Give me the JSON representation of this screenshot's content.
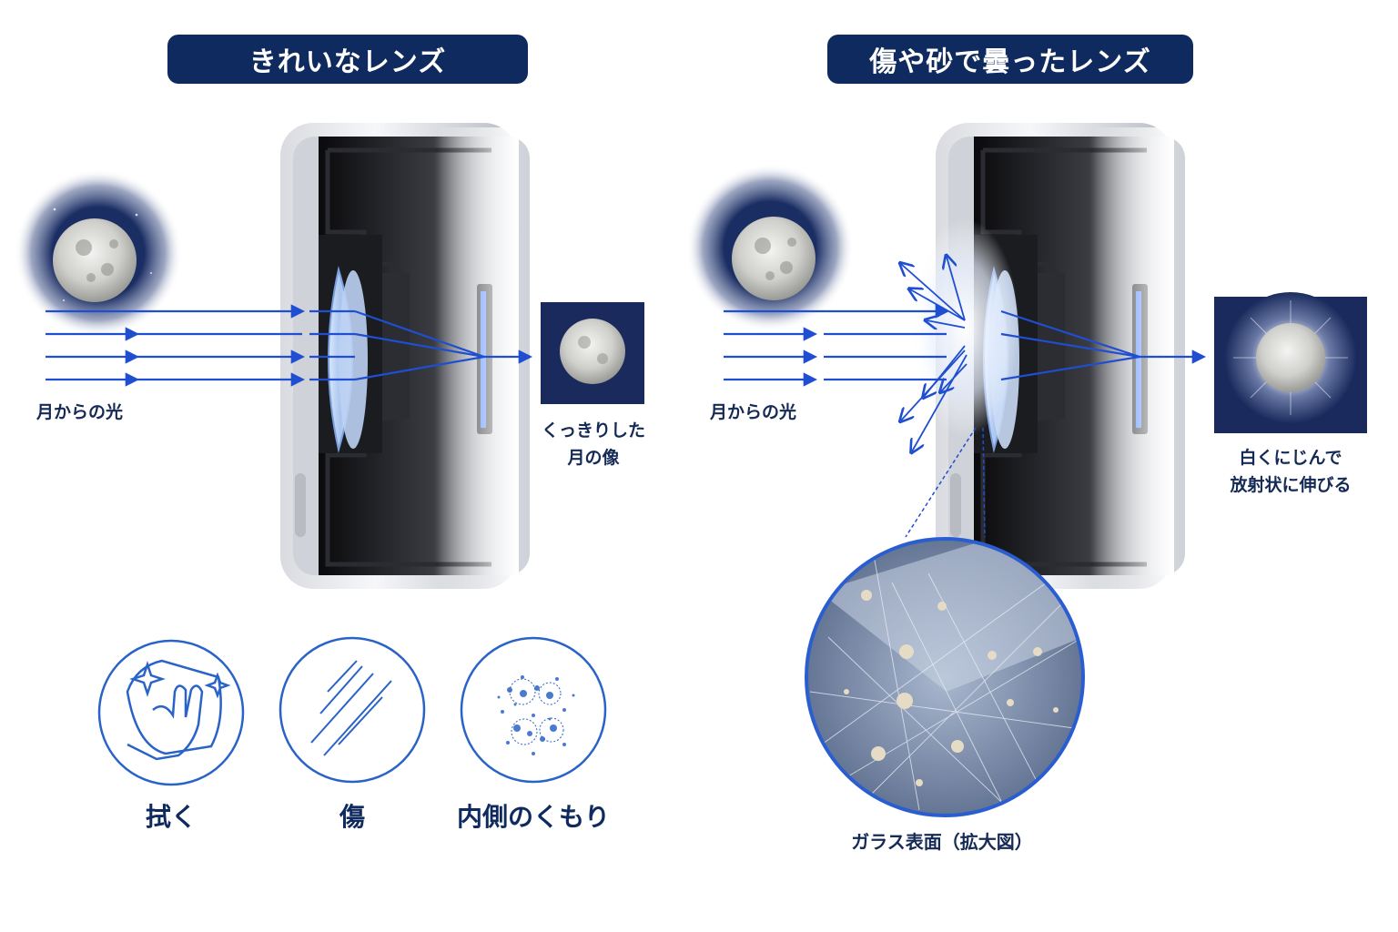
{
  "panels": {
    "clean": {
      "title": "きれいなレンズ",
      "light_label": "月からの光",
      "result_label": [
        "くっきりした",
        "月の像"
      ]
    },
    "dirty": {
      "title": "傷や砂で曇ったレンズ",
      "light_label": "月からの光",
      "result_label": [
        "白くにじんで",
        "放射状に伸びる"
      ],
      "zoom_label": "ガラス表面（拡大図）"
    }
  },
  "icons": [
    {
      "name": "wipe-icon",
      "label": "拭く"
    },
    {
      "name": "scratch-icon",
      "label": "傷"
    },
    {
      "name": "fog-icon",
      "label": "内側のくもり"
    }
  ],
  "colors": {
    "navy": "#0f2a5e",
    "ray_blue": "#1f4fd0",
    "icon_blue": "#2a63c8"
  }
}
